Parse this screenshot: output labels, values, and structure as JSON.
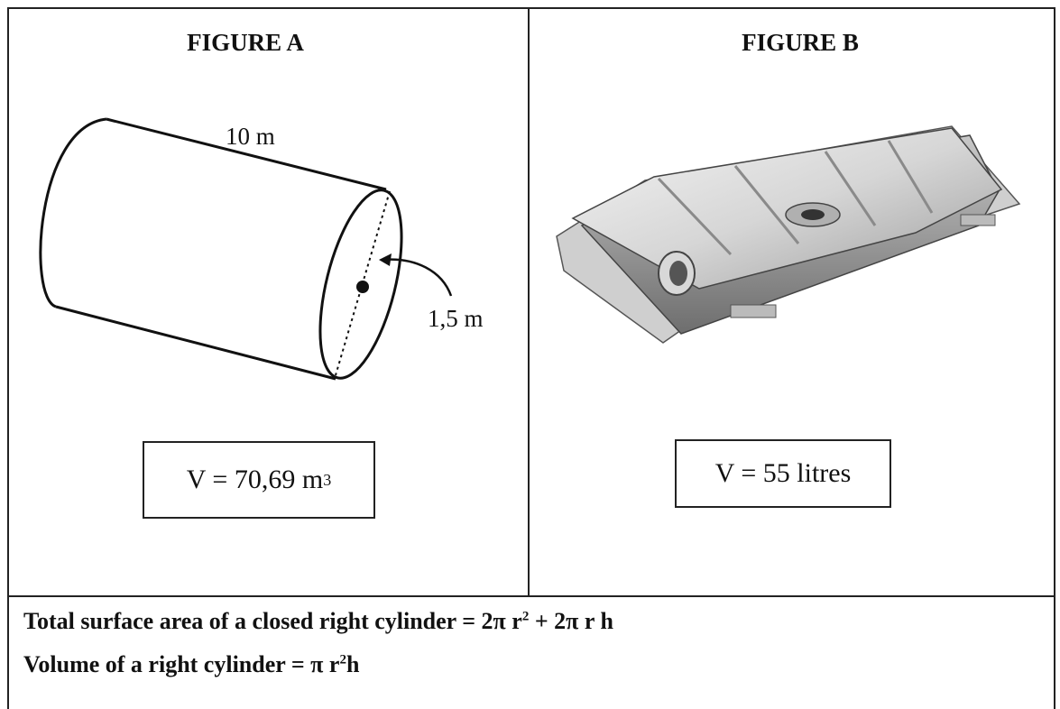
{
  "figure_a": {
    "title": "FIGURE A",
    "length_label": "10 m",
    "radius_label": "1,5 m",
    "volume_text": "V = 70,69 m",
    "volume_exponent": "3"
  },
  "figure_b": {
    "title": "FIGURE B",
    "volume_text": "V = 55 litres"
  },
  "formulas": {
    "surface_prefix": "Total surface area of a closed right cylinder  =  2π r",
    "surface_exp": "2",
    "surface_suffix": " + 2π r h",
    "volume_prefix": "Volume  of a right cylinder = π r",
    "volume_exp": "2",
    "volume_suffix": "h"
  }
}
